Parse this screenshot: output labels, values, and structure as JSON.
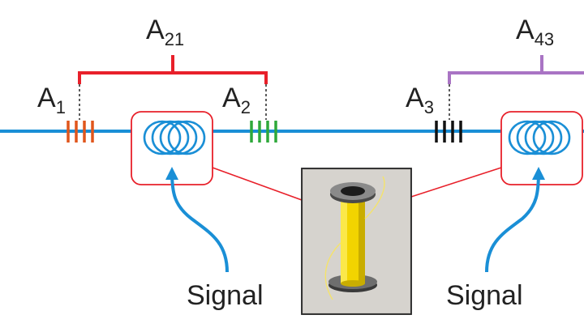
{
  "labels": {
    "a21": {
      "base": "A",
      "sub": "21"
    },
    "a43": {
      "base": "A",
      "sub": "43"
    },
    "a1": {
      "base": "A",
      "sub": "1"
    },
    "a2": {
      "base": "A",
      "sub": "2"
    },
    "a3": {
      "base": "A",
      "sub": "3"
    },
    "signal_left": "Signal",
    "signal_right": "Signal"
  },
  "colors": {
    "fiber": "#1a8fd6",
    "bracket_a21": "#e8202a",
    "bracket_a43": "#a974c4",
    "grating_a1": "#e0561c",
    "grating_a2": "#2ea83a",
    "grating_a3": "#111111",
    "sensor_box": "#e8202a",
    "text": "#222222"
  },
  "icons": {
    "coil": "fiber-coil-icon",
    "photo": "sensor-cylinder-photo"
  }
}
